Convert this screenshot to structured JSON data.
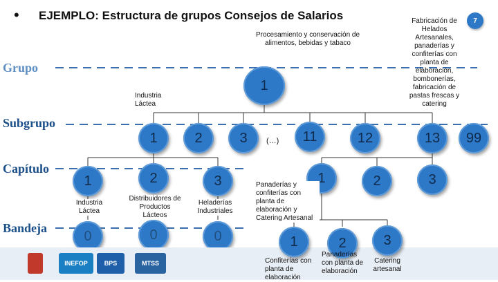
{
  "title": "EJEMPLO: Estructura de grupos Consejos de Salarios",
  "bullet": "•",
  "levels": {
    "grupo": "Grupo",
    "subgrupo": "Subgrupo",
    "capitulo": "Capítulo",
    "bandeja": "Bandeja"
  },
  "grupo_node": {
    "value": "1",
    "label": "Procesamiento y conservación de alimentos, bebidas y tabaco"
  },
  "grupo7": {
    "value": "7",
    "label": "Fabricación de Helados Artesanales, panaderías y confiterías con planta de elaboración, bombonerías, fabricación de pastas frescas y catering"
  },
  "subgroups": {
    "industria_lactea": "Industria Láctea",
    "values": [
      "1",
      "2",
      "3",
      "11",
      "12",
      "13",
      "99"
    ],
    "ellipsis": "(…)"
  },
  "capitulos": {
    "left": [
      "1",
      "2",
      "3"
    ],
    "left_labels": [
      "Industria Láctea",
      "Distribuidores de Productos Lácteos",
      "Heladerías Industriales"
    ],
    "right": [
      "1",
      "2",
      "3"
    ],
    "right_label": "Panaderías y confiterías con planta de elaboración y Catering Artesanal"
  },
  "bandejas": {
    "left": [
      "0",
      "0",
      "0"
    ],
    "right": [
      "1",
      "2",
      "3"
    ],
    "right_labels": [
      "Confiterías con planta de elaboración",
      "Panaderías con planta de elaboración",
      "Catering artesanal"
    ]
  },
  "footer_logos": [
    "INEFOP",
    "BPS",
    "MTSS"
  ]
}
